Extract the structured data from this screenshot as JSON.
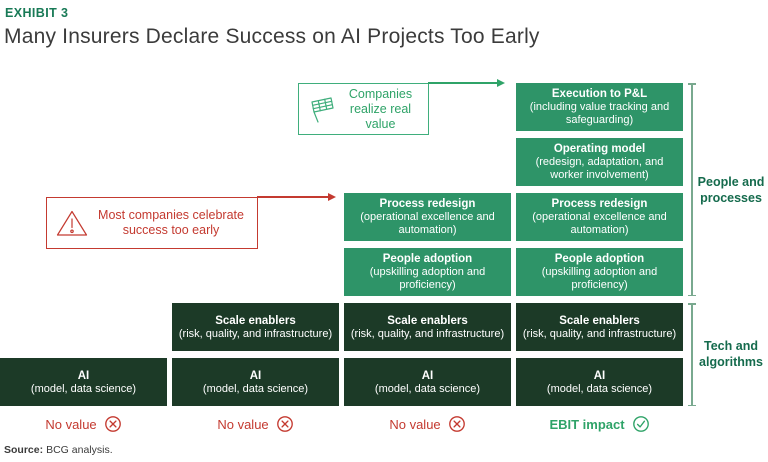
{
  "exhibit_label": "EXHIBIT 3",
  "title": "Many Insurers Declare Success on AI Projects Too Early",
  "annotations": {
    "positive": {
      "icon": "checkered-flag-icon",
      "text": "Companies realize real value"
    },
    "negative": {
      "icon": "warning-triangle-icon",
      "text": "Most companies celebrate success too early"
    }
  },
  "grid": {
    "boxes": [
      {
        "title": "Execution to P&L",
        "subtitle": "(including value tracking and safeguarding)"
      },
      {
        "title": "Operating model",
        "subtitle": "(redesign, adaptation, and worker involvement)"
      },
      {
        "title": "Process redesign",
        "subtitle": "(operational excellence and automation)"
      },
      {
        "title": "Process redesign",
        "subtitle": "(operational excellence and automation)"
      },
      {
        "title": "People adoption",
        "subtitle": "(upskilling adoption and proficiency)"
      },
      {
        "title": "People adoption",
        "subtitle": "(upskilling adoption and proficiency)"
      },
      {
        "title": "Scale enablers",
        "subtitle": "(risk, quality, and infrastructure)"
      },
      {
        "title": "Scale enablers",
        "subtitle": "(risk, quality, and infrastructure)"
      },
      {
        "title": "Scale enablers",
        "subtitle": "(risk, quality, and infrastructure)"
      },
      {
        "title": "AI",
        "subtitle": "(model, data science)"
      },
      {
        "title": "AI",
        "subtitle": "(model, data science)"
      },
      {
        "title": "AI",
        "subtitle": "(model, data science)"
      },
      {
        "title": "AI",
        "subtitle": "(model, data science)"
      }
    ]
  },
  "brackets": [
    {
      "label": "People and processes"
    },
    {
      "label": "Tech and algorithms"
    }
  ],
  "outcomes": [
    {
      "label": "No value",
      "status": "negative",
      "icon": "circle-x-icon"
    },
    {
      "label": "No value",
      "status": "negative",
      "icon": "circle-x-icon"
    },
    {
      "label": "No value",
      "status": "negative",
      "icon": "circle-x-icon"
    },
    {
      "label": "EBIT impact",
      "status": "positive",
      "icon": "circle-check-icon"
    }
  ],
  "source": {
    "label": "Source:",
    "text": "BCG analysis."
  },
  "colors": {
    "dark_green_box": "#1C3A27",
    "medium_green_box": "#2E9468",
    "annotation_green": "#2FA368",
    "bracket_label_green": "#156B4D",
    "exhibit_label_green": "#187A56",
    "negative_red": "#C43A30",
    "title_gray": "#3B3B3B"
  }
}
